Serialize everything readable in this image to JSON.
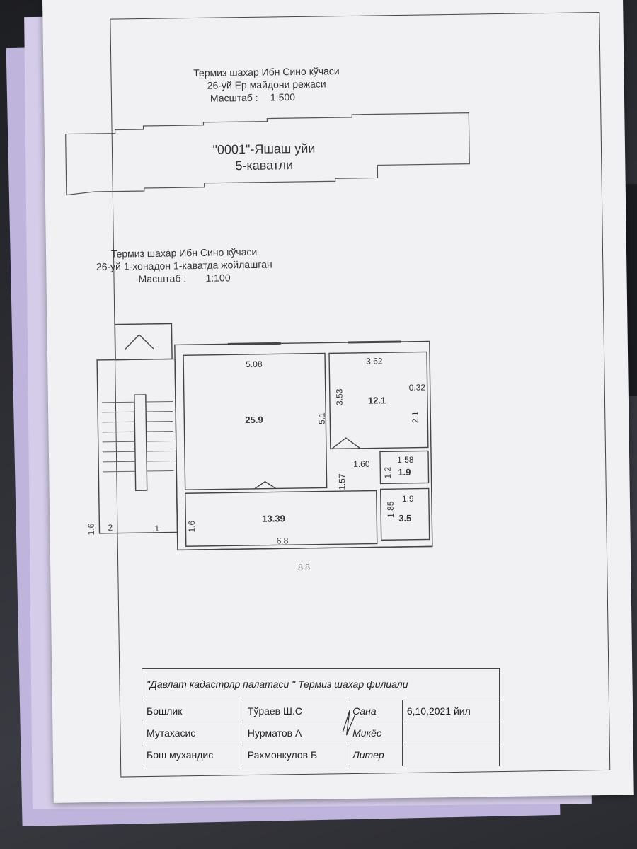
{
  "site_plan": {
    "title_line1": "Термиз шахар  Ибн Сино кўчаси",
    "title_line2": "26-уй   Ер майдони режаси",
    "scale_label": "Масштаб :",
    "scale_value": "1:500",
    "building_name": "\"0001\"-Яшаш уйи",
    "building_floors": "5-каватли"
  },
  "floor_plan": {
    "title_line1": "Термиз шахар  Ибн Сино кўчаси",
    "title_line2": "26-уй 1-хонадон 1-каватда жойлашган",
    "scale_label": "Масштаб :",
    "scale_value": "1:100",
    "dimensions": {
      "d508": "5.08",
      "d362": "3.62",
      "d353": "3.53",
      "d032": "0.32",
      "d51": "5.1",
      "d21": "2.1",
      "d160": "1.60",
      "d158": "1.58",
      "d12": "1.2",
      "d157": "1.57",
      "d19": "1.9",
      "d185": "1.85",
      "d16a": "1.6",
      "d16b": "1.6",
      "d68": "6.8",
      "d88": "8.8"
    },
    "areas": {
      "room_big": "25.9",
      "room_right": "12.1",
      "hall": "13.39",
      "small1": "1.9",
      "small2": "3.5"
    },
    "labels": {
      "stair_2": "2",
      "stair_1": "1"
    }
  },
  "stamp": {
    "org": "\"Давлат кадастрлр палатаси \" Термиз шахар филиали",
    "rows": [
      {
        "role": "Бошлик",
        "name": "Тўраев Ш.С",
        "field": "Сана",
        "value": "6,10,2021 йил"
      },
      {
        "role": "Мутахасис",
        "name": "Нурматов А",
        "field": "Микёс",
        "value": ""
      },
      {
        "role": "Бош мухандис",
        "name": "Рахмонкулов Б",
        "field": "Литер",
        "value": ""
      }
    ]
  }
}
